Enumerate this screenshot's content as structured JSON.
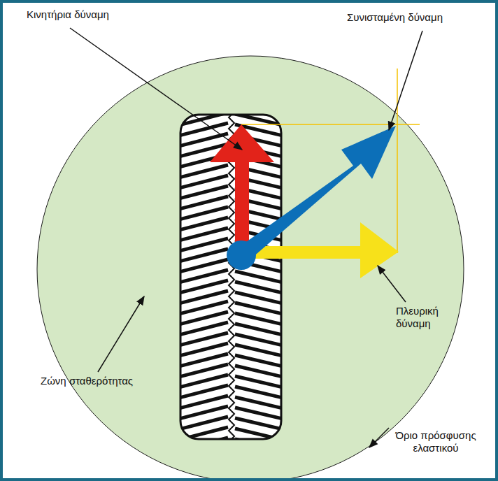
{
  "diagram": {
    "labels": [
      "Κινητήρια δύναμη",
      "Συνισταμένη δύναμη",
      "Πλευρική δύναμη",
      "Ζώνη σταθερότητας",
      "Όριο πρόσφυσης ελαστικού"
    ]
  }
}
